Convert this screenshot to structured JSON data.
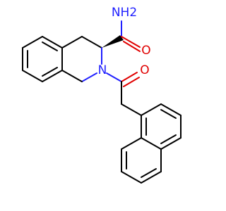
{
  "atoms": {
    "amide_nh2": "NH2",
    "ring_n": "N",
    "carboxamide_o": "O",
    "acyl_o": "O"
  },
  "colors": {
    "bond": "#000000",
    "nitrogen": "#1f1fff",
    "oxygen": "#e00000",
    "background": "#ffffff"
  }
}
